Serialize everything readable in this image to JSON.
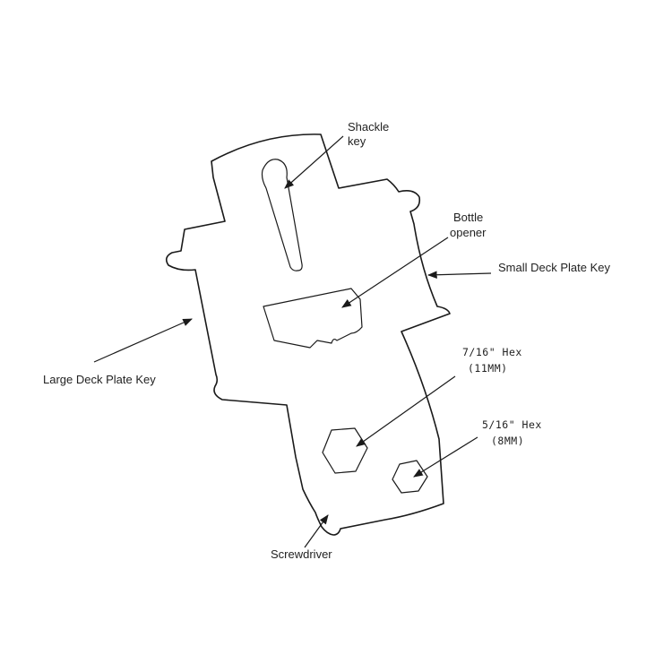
{
  "labels": {
    "shackle_key": [
      "Shackle",
      "key"
    ],
    "bottle_opener": [
      "Bottle",
      "opener"
    ],
    "small_deck_plate_key": "Small Deck Plate Key",
    "large_deck_plate_key": "Large Deck Plate Key",
    "hex_7_16": [
      "7/16\" Hex",
      "(11MM)"
    ],
    "hex_5_16": [
      "5/16\" Hex",
      "(8MM)"
    ],
    "screwdriver": "Screwdriver"
  },
  "colors": {
    "line": "#1a1a1a",
    "text": "#222222",
    "background": "#ffffff"
  }
}
